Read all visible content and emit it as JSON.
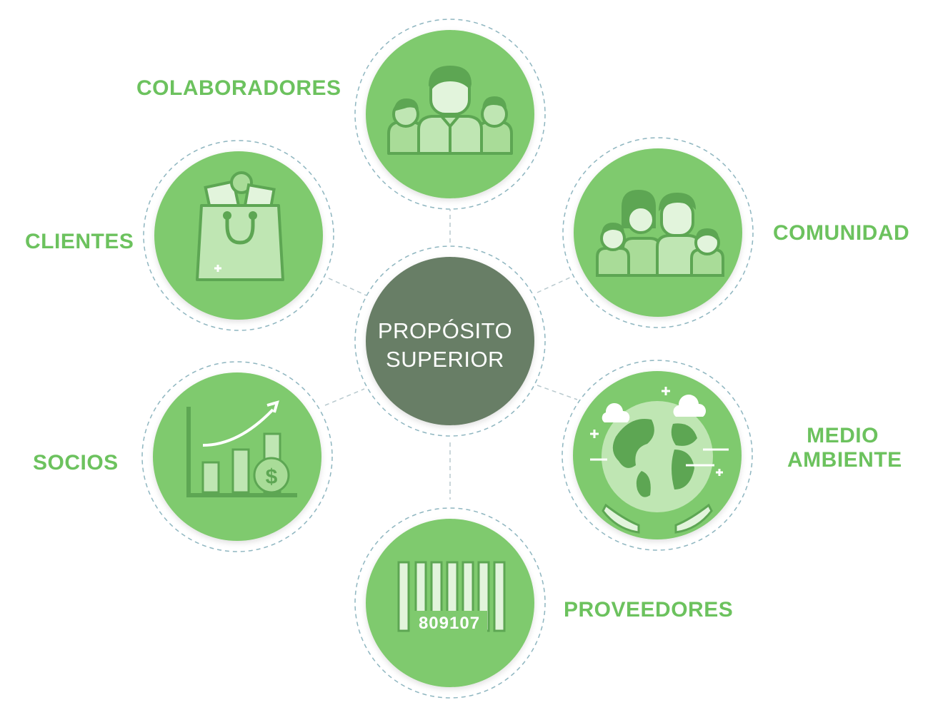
{
  "center": {
    "line1": "PROPÓSITO",
    "line2": "SUPERIOR"
  },
  "nodes": {
    "colaboradores": {
      "label": "COLABORADORES",
      "icon": "group-people-icon"
    },
    "clientes": {
      "label": "CLIENTES",
      "icon": "shopping-bag-icon"
    },
    "comunidad": {
      "label": "COMUNIDAD",
      "icon": "community-family-icon"
    },
    "socios": {
      "label": "SOCIOS",
      "icon": "growth-chart-dollar-icon"
    },
    "medio_ambiente": {
      "line1": "MEDIO",
      "line2": "AMBIENTE",
      "icon": "globe-in-hands-icon"
    },
    "proveedores": {
      "label": "PROVEEDORES",
      "icon": "barcode-icon",
      "barcode_number": "809107"
    }
  },
  "colors": {
    "node_fill": "#7fca6e",
    "center_fill": "#687e66",
    "label_text": "#6cc25e",
    "dashed_ring": "#8fb6c0",
    "icon_dark": "#5da653",
    "icon_light": "#bfe6b3"
  }
}
